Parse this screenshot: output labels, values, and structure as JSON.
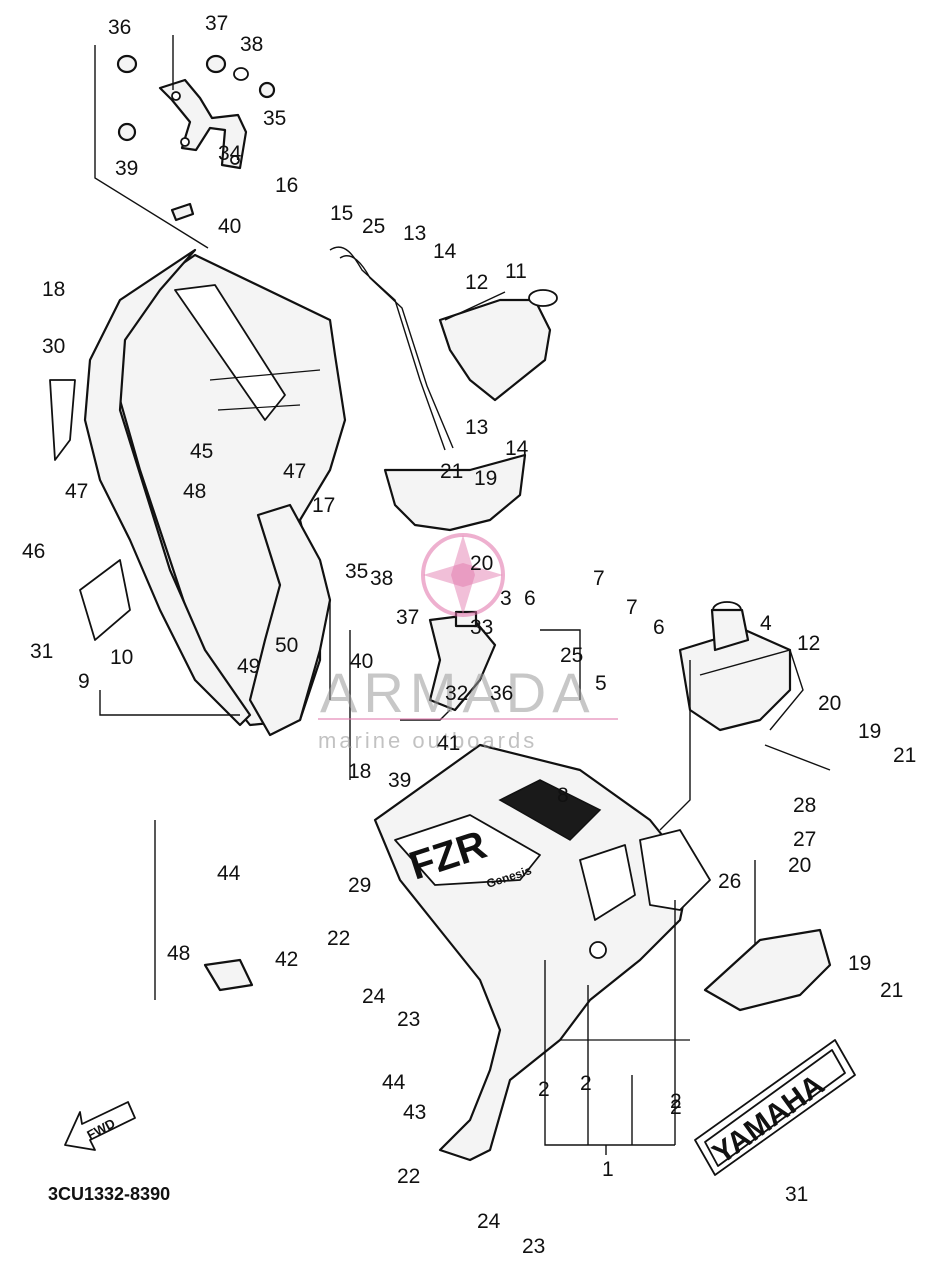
{
  "diagram": {
    "code": "3CU1332-8390",
    "fwd_label": "FWD",
    "emblem_text": "YAMAHA",
    "badge_text": "FZR",
    "badge_sub": "Genesis",
    "watermark": {
      "brand": "ARMADA",
      "tagline": "marine outboards",
      "color": "#e070a8"
    },
    "callouts": [
      "36",
      "37",
      "38",
      "35",
      "34",
      "39",
      "40",
      "16",
      "15",
      "25",
      "13",
      "14",
      "12",
      "11",
      "18",
      "30",
      "13",
      "14",
      "21",
      "19",
      "45",
      "47",
      "48",
      "47",
      "46",
      "17",
      "20",
      "3",
      "7",
      "6",
      "35",
      "38",
      "7",
      "6",
      "4",
      "12",
      "37",
      "33",
      "40",
      "25",
      "5",
      "32",
      "36",
      "31",
      "10",
      "49",
      "50",
      "9",
      "41",
      "20",
      "19",
      "21",
      "18",
      "39",
      "8",
      "28",
      "27",
      "20",
      "29",
      "26",
      "44",
      "22",
      "48",
      "42",
      "24",
      "23",
      "19",
      "21",
      "44",
      "43",
      "22",
      "24",
      "23",
      "2",
      "2",
      "2",
      "2",
      "1",
      "31"
    ]
  }
}
